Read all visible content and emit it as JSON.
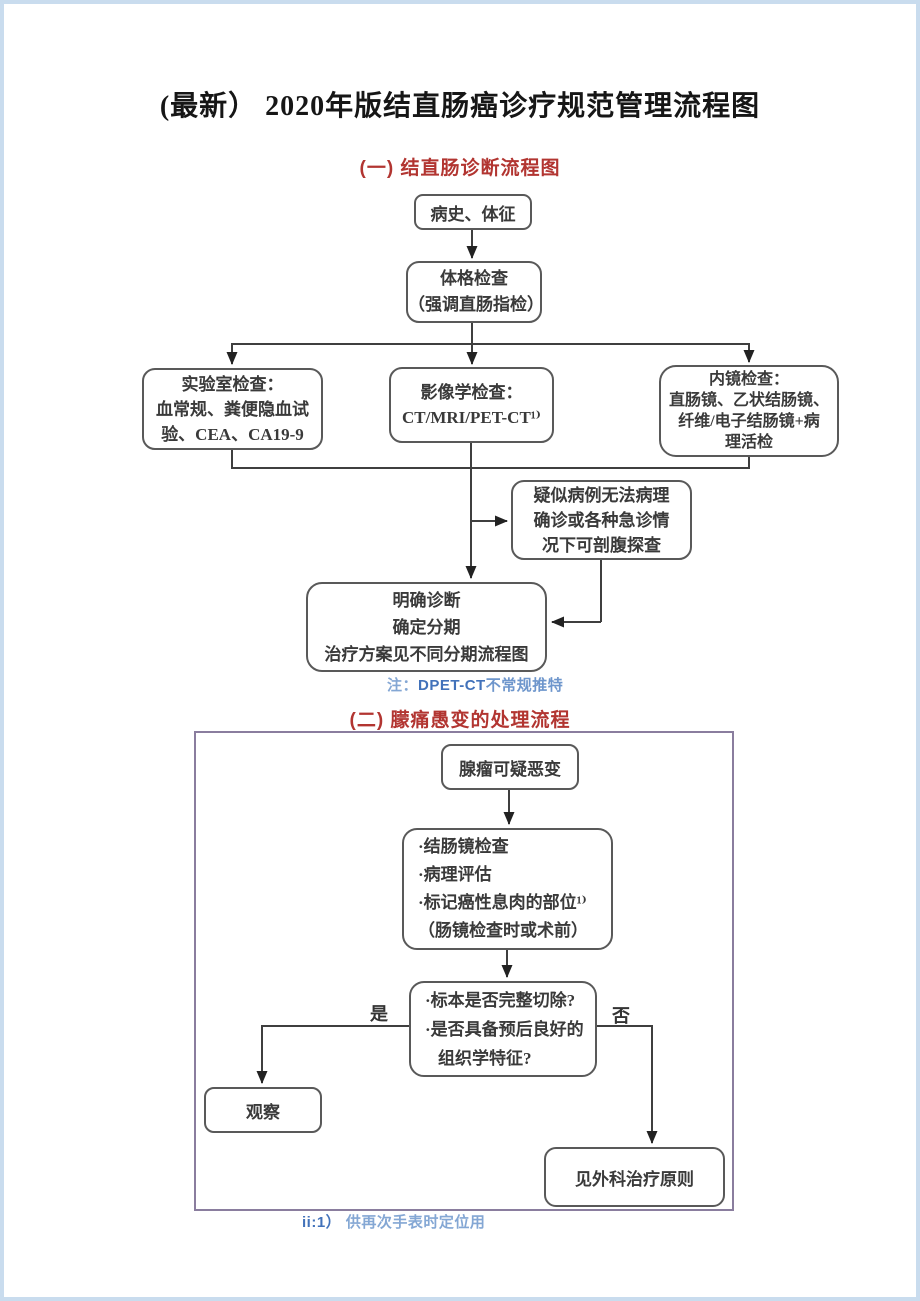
{
  "page": {
    "title": "(最新） 2020年版结直肠癌诊疗规范管理流程图",
    "section1_heading": "(一) 结直肠诊断流程图",
    "section2_heading": "(二) 朦痛愚变的处理流程",
    "note1": {
      "prefix": "注：",
      "code": "DPET-CT",
      "rest": "不常规推特"
    },
    "footnote": {
      "prefix": "ii:1）",
      "rest": "供再次手表时定位用"
    }
  },
  "colors": {
    "heading_red": "#b23531",
    "note_blue_bold": "#4272ba",
    "note_blue_light": "#84a7d4",
    "box_border_gray": "#595959",
    "frame_purple": "#8a7d9e",
    "page_frame_blue": "#c9dcee",
    "arrow": "#3f3f3f"
  },
  "flow1": {
    "nodes": {
      "history": {
        "lines": [
          "病史、体征"
        ]
      },
      "physical": {
        "lines": [
          "体格检查",
          "（强调直肠指检）"
        ]
      },
      "lab": {
        "lines": [
          "实验室检查：",
          "血常规、粪便隐血试",
          "验、CEA、CA19-9"
        ]
      },
      "imaging": {
        "lines": [
          "影像学检查：",
          "CT/MRI/PET-CT¹⁾"
        ]
      },
      "endoscopy": {
        "lines": [
          "内镜检查：",
          "直肠镜、乙状结肠镜、",
          "纤维/电子结肠镜+病",
          "理活检"
        ]
      },
      "suspected": {
        "lines": [
          "疑似病例无法病理",
          "确诊或各种急诊情",
          "况下可剖腹探查"
        ]
      },
      "diagnosis": {
        "lines": [
          "明确诊断",
          "确定分期",
          "治疗方案见不同分期流程图"
        ]
      }
    }
  },
  "flow2": {
    "nodes": {
      "adenoma": {
        "lines": [
          "腺瘤可疑恶变"
        ]
      },
      "workup": {
        "lines": [
          "·结肠镜检查",
          "·病理评估",
          "·标记癌性息肉的部位¹⁾",
          "（肠镜检查时或术前）"
        ]
      },
      "decision": {
        "lines": [
          "·标本是否完整切除?",
          "·是否具备预后良好的",
          "组织学特征?"
        ]
      },
      "observe": {
        "lines": [
          "观察"
        ]
      },
      "surgery": {
        "lines": [
          "见外科治疗原则"
        ]
      }
    },
    "branch_labels": {
      "yes": "是",
      "no": "否"
    }
  }
}
